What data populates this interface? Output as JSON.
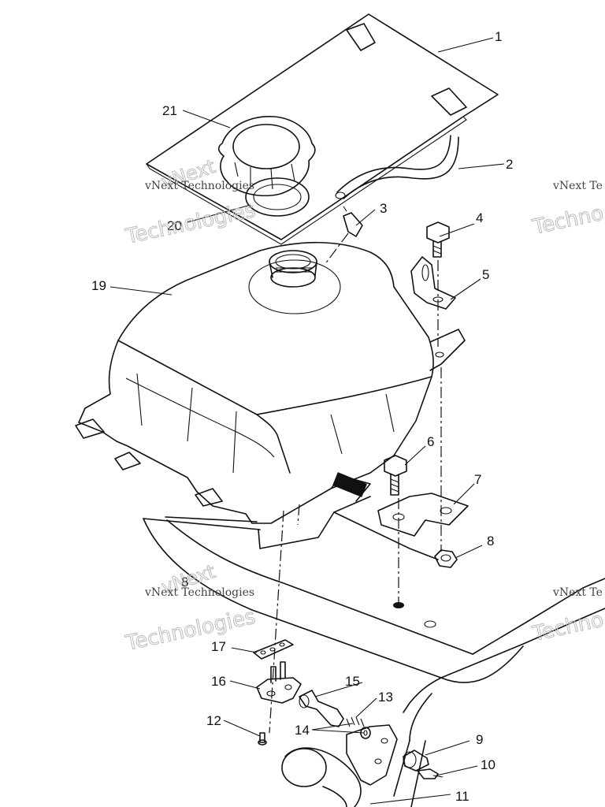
{
  "callouts": [
    "1",
    "2",
    "3",
    "4",
    "5",
    "6",
    "7",
    "8",
    "8",
    "9",
    "10",
    "11",
    "12",
    "13",
    "14",
    "15",
    "16",
    "17",
    "19",
    "20",
    "21"
  ],
  "watermark": {
    "small": "vNext Technologies",
    "big_top": "vNext",
    "big_bottom": "Technologies",
    "partial_right_small": "vNext Te",
    "partial_right_big": "Techno"
  }
}
